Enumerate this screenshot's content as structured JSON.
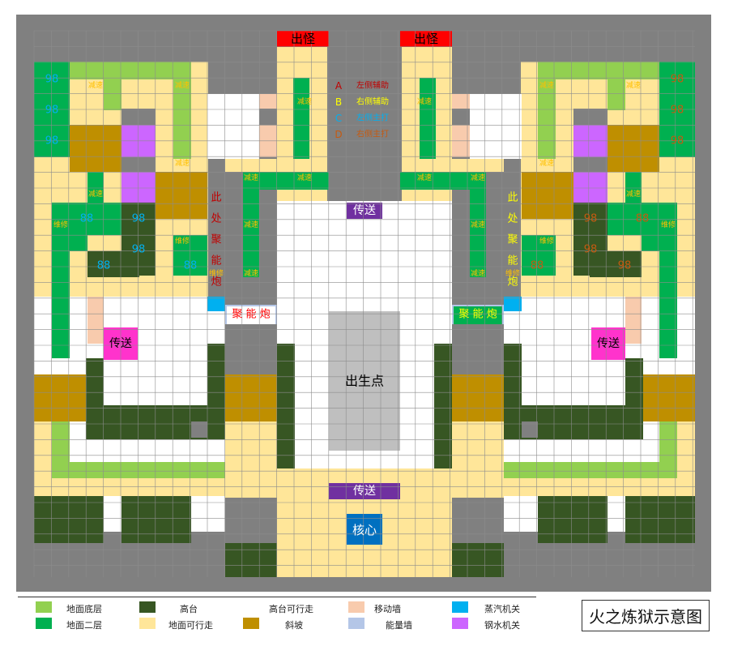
{
  "title": "火之炼狱示意图",
  "labels": {
    "spawn_left": "出怪",
    "spawn_right": "出怪",
    "birth": "出生点",
    "core": "核心",
    "teleport_top": "传送",
    "teleport_bottom": "传送",
    "teleport_left": "传送",
    "teleport_right": "传送",
    "cannon_left": "聚 能 炮",
    "cannon_right": "聚 能 炮",
    "here_left": [
      "此",
      "处",
      "聚",
      "能",
      "炮"
    ],
    "here_right": [
      "此",
      "处",
      "聚",
      "能",
      "炮"
    ]
  },
  "key": [
    {
      "letter": "A",
      "text": "左侧辅助"
    },
    {
      "letter": "B",
      "text": "右侧辅助"
    },
    {
      "letter": "C",
      "text": "左侧主打"
    },
    {
      "letter": "D",
      "text": "右侧主打"
    }
  ],
  "slow": "减速",
  "repair": "维修",
  "tower": "98",
  "tower2": "88",
  "legend": [
    {
      "label": "地面底层",
      "color": "#92d050"
    },
    {
      "label": "地面二层",
      "color": "#00b050"
    },
    {
      "label": "高台",
      "color": "#375623"
    },
    {
      "label": "地面可行走",
      "color": "#ffe699"
    },
    {
      "label": "高台可行走",
      "color": ""
    },
    {
      "label": "斜坡",
      "color": "#bf8f00"
    },
    {
      "label": "移动墙",
      "color": "#f8cbad"
    },
    {
      "label": "能量墙",
      "color": "#b4c6e7"
    },
    {
      "label": "蒸汽机关",
      "color": "#00b0f0"
    },
    {
      "label": "钢水机关",
      "color": "#cc66ff"
    }
  ],
  "colors": {
    "gray": "#808080",
    "light_gray": "#bfbfbf",
    "red": "#ff0000",
    "purple": "#7030a0",
    "magenta": "#ff33cc",
    "blue": "#0070c0"
  }
}
